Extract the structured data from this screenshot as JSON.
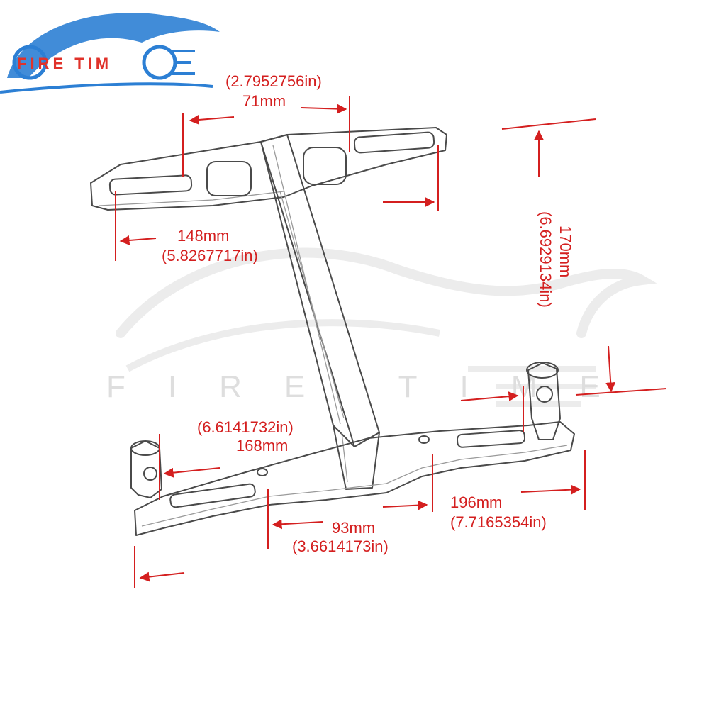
{
  "brand": {
    "logo_text": "FIRE TIM",
    "watermark_text": "FIRE TIME",
    "colors": {
      "logo_blue": "#2c7fd4",
      "logo_red": "#e0322a",
      "dimension_red": "#d41f1f",
      "drawing_gray": "#4a4a4a"
    }
  },
  "dimensions": {
    "top_slot_spacing": {
      "in": "(2.7952756in)",
      "mm": "71mm"
    },
    "top_width": {
      "mm": "148mm",
      "in": "(5.8267717in)"
    },
    "height": {
      "mm": "170mm",
      "in": "(6.6929134in)"
    },
    "bottom_mid": {
      "in": "(6.6141732in)",
      "mm": "168mm"
    },
    "bottom_width": {
      "mm": "196mm",
      "in": "(7.7165354in)"
    },
    "bottom_hole_spacing": {
      "mm": "93mm",
      "in": "(3.6614173in)"
    }
  }
}
